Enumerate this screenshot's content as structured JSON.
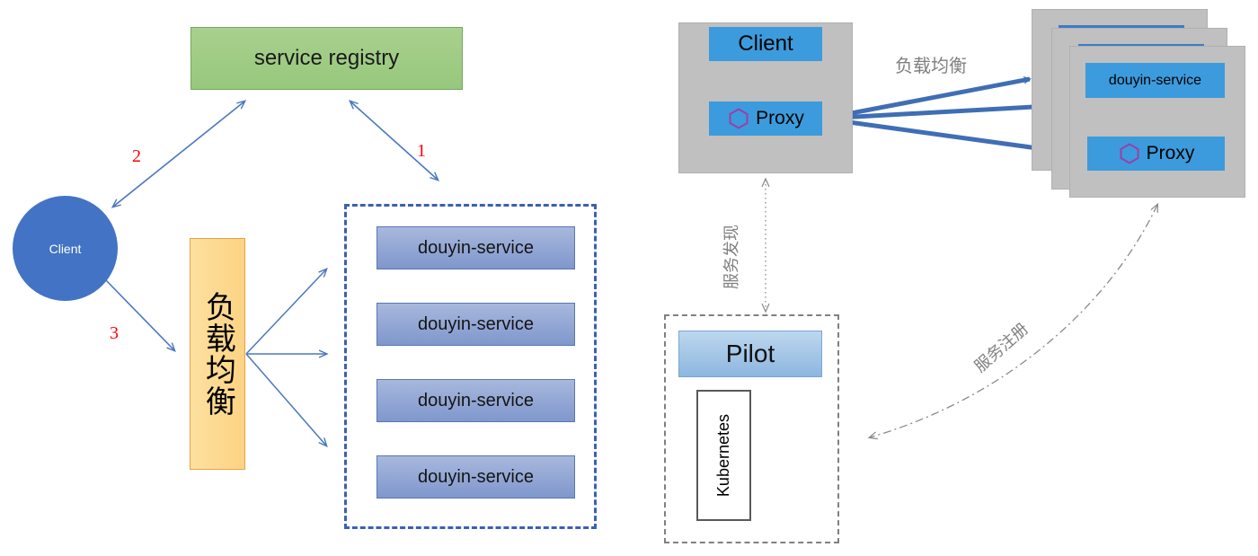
{
  "diagram": {
    "left_panel": {
      "title_node": {
        "label": "service registry",
        "color": "#a9d08e"
      },
      "client": {
        "label": "Client",
        "color": "#4373c4"
      },
      "load_balancer": {
        "label": "负载均衡",
        "color": "#fcd383"
      },
      "service_cluster": {
        "border_color": "#3b60b5",
        "instances": [
          {
            "label": "douyin-service"
          },
          {
            "label": "douyin-service"
          },
          {
            "label": "douyin-service"
          },
          {
            "label": "douyin-service"
          }
        ]
      },
      "steps": [
        {
          "number": "1",
          "color": "#ff0000"
        },
        {
          "number": "2",
          "color": "#ff0000"
        },
        {
          "number": "3",
          "color": "#ff0000"
        }
      ]
    },
    "right_panel": {
      "client_pod": {
        "app": {
          "label": "Client"
        },
        "sidecar": {
          "label": "Proxy"
        }
      },
      "service_pods": {
        "app": {
          "label": "douyin-service"
        },
        "sidecar": {
          "label": "Proxy"
        },
        "stack_count": "3"
      },
      "control_plane": {
        "pilot": {
          "label": "Pilot"
        },
        "platform": {
          "label": "Kubernetes"
        }
      },
      "edge_labels": {
        "load_balance": "负载均衡",
        "service_discovery": "服务发现",
        "service_registration": "服务注册"
      },
      "colors": {
        "pod_background": "#c0c0c0",
        "component_blue": "#3c9bdc",
        "proxy_hex": "#9b3fa8",
        "arrow_blue": "#3f6eb5",
        "dashed_gray": "#808080"
      }
    }
  }
}
